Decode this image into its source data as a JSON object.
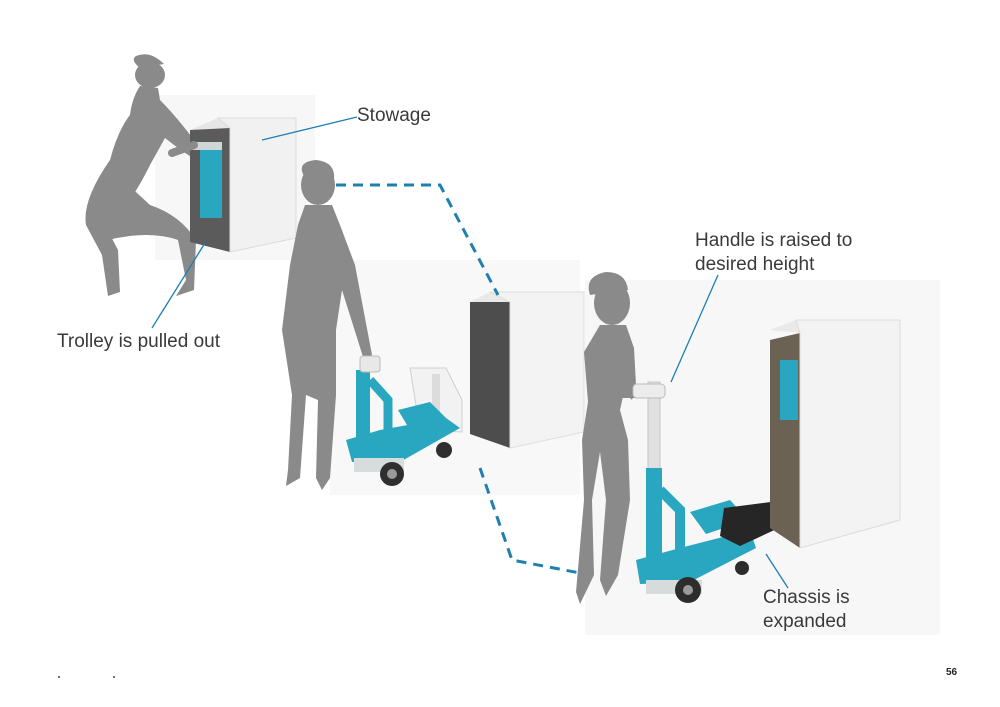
{
  "callouts": {
    "stowage": "Stowage",
    "trolley_pulled_out": "Trolley is pulled out",
    "handle_raised_line1": "Handle is raised to",
    "handle_raised_line2": "desired height",
    "chassis_expanded_line1": "Chassis is",
    "chassis_expanded_line2": "expanded"
  },
  "page_number": "56",
  "colors": {
    "trolley": "#2aa7c0",
    "callout_line": "#1e7fb0",
    "dashed_path": "#1e7fb0",
    "silhouette": "#8a8a8a",
    "text": "#3a3a3a"
  },
  "icons": [
    "woman-silhouette",
    "stowage-cabinet",
    "trolley"
  ]
}
